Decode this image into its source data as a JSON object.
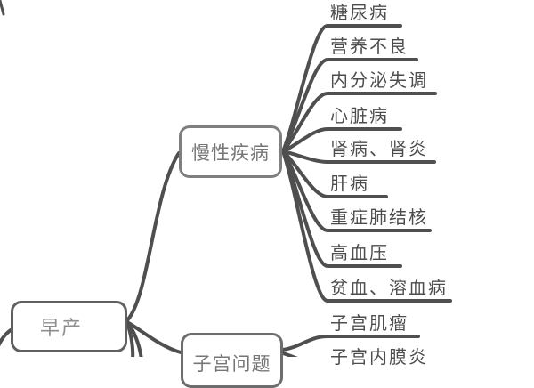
{
  "mindmap": {
    "root": {
      "label": "早产"
    },
    "branches": [
      {
        "label": "慢性疾病",
        "children": [
          "糖尿病",
          "营养不良",
          "内分泌失调",
          "心脏病",
          "肾病、肾炎",
          "肝病",
          "重症肺结核",
          "高血压",
          "贫血、溶血病"
        ]
      },
      {
        "label": "子宫问题",
        "children": [
          "子宫肌瘤",
          "子宫内膜炎"
        ]
      }
    ]
  },
  "colors": {
    "background": "#ffffff",
    "connector_line": "#4f4f4f",
    "root_border": "#616161",
    "branch_border": "#7f7f7f",
    "box_text": "#767676",
    "root_text": "#8e8e8e",
    "leaf_text": "#4d4d4d"
  }
}
